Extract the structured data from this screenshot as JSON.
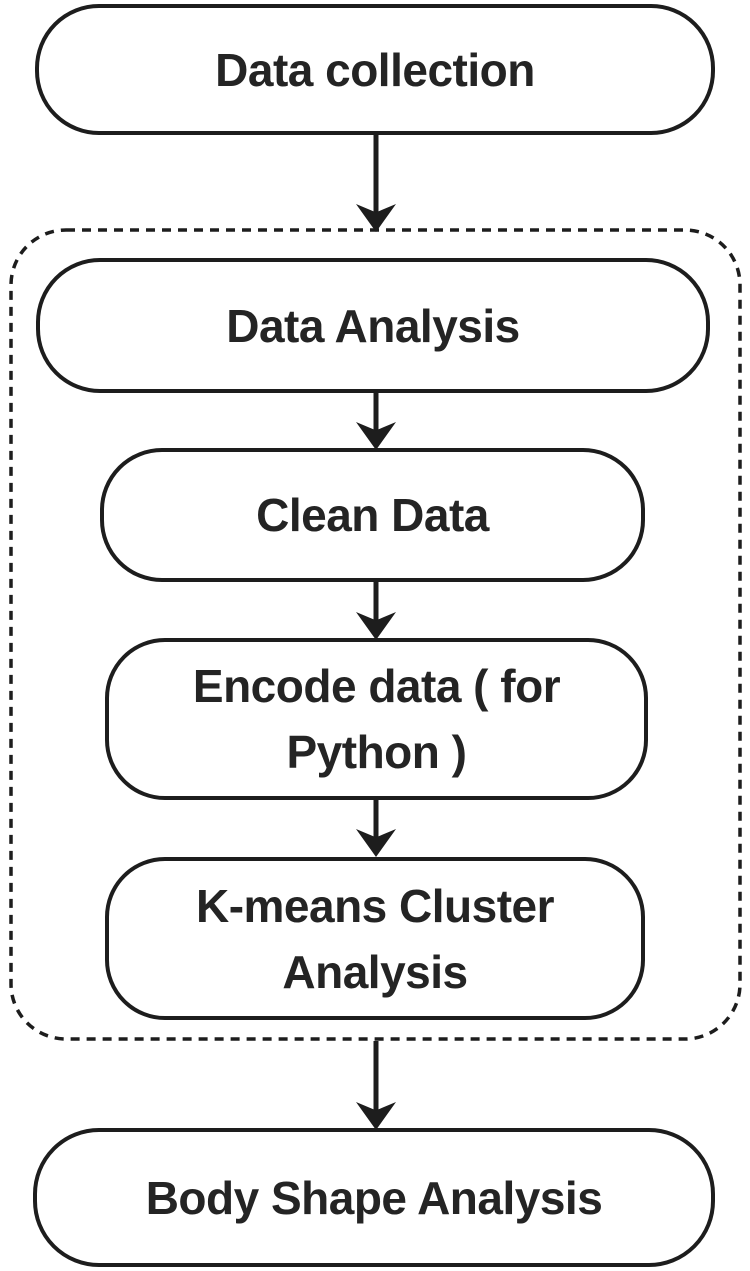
{
  "flowchart": {
    "nodes": [
      {
        "id": "data-collection",
        "lines": [
          "Data collection"
        ]
      },
      {
        "id": "data-analysis",
        "lines": [
          "Data Analysis"
        ]
      },
      {
        "id": "clean-data",
        "lines": [
          "Clean Data"
        ]
      },
      {
        "id": "encode-data",
        "lines": [
          "Encode data ( for",
          "Python )"
        ]
      },
      {
        "id": "kmeans-cluster",
        "lines": [
          "K-means Cluster",
          "Analysis"
        ]
      },
      {
        "id": "body-shape",
        "lines": [
          "Body Shape Analysis"
        ]
      }
    ],
    "edges": [
      {
        "from": "data-collection",
        "to": "data-analysis"
      },
      {
        "from": "data-analysis",
        "to": "clean-data"
      },
      {
        "from": "clean-data",
        "to": "encode-data"
      },
      {
        "from": "encode-data",
        "to": "kmeans-cluster"
      },
      {
        "from": "kmeans-cluster",
        "to": "body-shape"
      }
    ],
    "group": {
      "style": "dashed-rounded-rect",
      "contains": [
        "data-analysis",
        "clean-data",
        "encode-data",
        "kmeans-cluster"
      ]
    },
    "colors": {
      "background": "#ffffff",
      "stroke": "#1d1d1d",
      "text": "#242424"
    }
  }
}
